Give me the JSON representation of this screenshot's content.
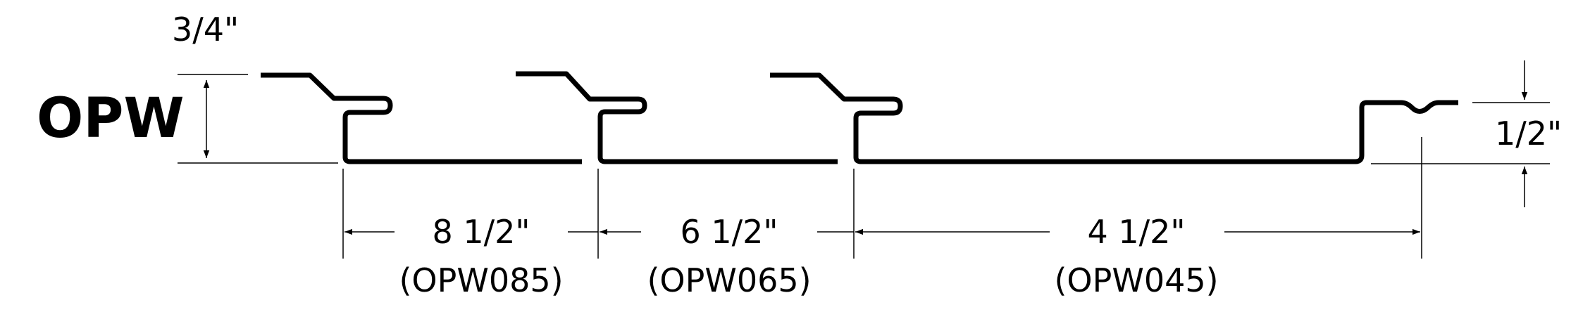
{
  "title": "OPW",
  "dims": {
    "height_left": "3/4\"",
    "height_right": "1/2\"",
    "width_1": "8 1/2\"",
    "width_2": "6 1/2\"",
    "width_3": "4 1/2\""
  },
  "models": {
    "model_1": "(OPW085)",
    "model_2": "(OPW065)",
    "model_3": "(OPW045)"
  }
}
